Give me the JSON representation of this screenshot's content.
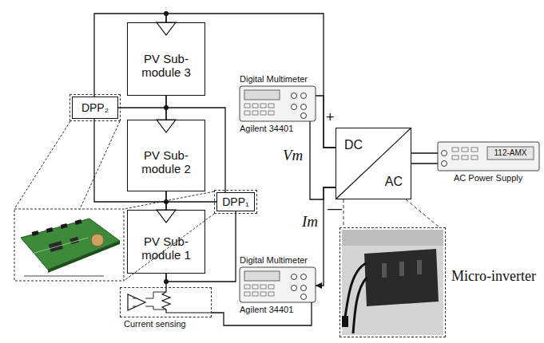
{
  "diagram": {
    "nodes": [
      {
        "text": [
          "PV Sub-module 3"
        ]
      },
      {
        "text": [
          "PV Sub-module 2"
        ]
      },
      {
        "text": [
          "PV Sub-module 1"
        ]
      },
      {
        "text": [
          "DPP₂"
        ]
      },
      {
        "text": [
          "DPP₁"
        ]
      },
      {
        "text": [
          "Digital Multimeter",
          "Agilent 34401"
        ]
      },
      {
        "text": [
          "DC",
          "AC"
        ]
      },
      {
        "text": [
          "112-AMX",
          "AC Power Supply"
        ]
      },
      {
        "text": [
          "Digital Multimeter",
          "Agilent 34401"
        ]
      },
      {
        "text": [
          "Micro-inverter"
        ]
      },
      {
        "text": [
          "Current sensing"
        ]
      }
    ],
    "edges": [
      {
        "from": 0,
        "to": 6,
        "arrow": "none"
      },
      {
        "from": 0,
        "to": 1,
        "arrow": "none"
      },
      {
        "from": 1,
        "to": 2,
        "arrow": "none"
      },
      {
        "from": 3,
        "to": 0,
        "arrow": "none"
      },
      {
        "from": 3,
        "to": 1,
        "arrow": "none"
      },
      {
        "from": 3,
        "to": 2,
        "arrow": "none"
      },
      {
        "from": 4,
        "to": 1,
        "arrow": "none"
      },
      {
        "from": 4,
        "to": 0,
        "arrow": "none"
      },
      {
        "from": 4,
        "to": 2,
        "arrow": "none"
      },
      {
        "from": 2,
        "to": 10,
        "arrow": "none"
      },
      {
        "from": 10,
        "to": 8,
        "arrow": "none"
      },
      {
        "from": 5,
        "to": 6,
        "arrow": "none"
      },
      {
        "from": 5,
        "to": 6,
        "arrow": "none"
      },
      {
        "from": 6,
        "to": 8,
        "arrow": "to"
      },
      {
        "from": 6,
        "to": 7,
        "arrow": "none"
      },
      {
        "from": 6,
        "to": 7,
        "arrow": "none"
      },
      {
        "from": 6,
        "to": 9,
        "arrow": "none"
      },
      {
        "from": 6,
        "to": 9,
        "arrow": "none"
      }
    ],
    "labels": [
      "+",
      "Vm",
      "—",
      "Im"
    ]
  }
}
